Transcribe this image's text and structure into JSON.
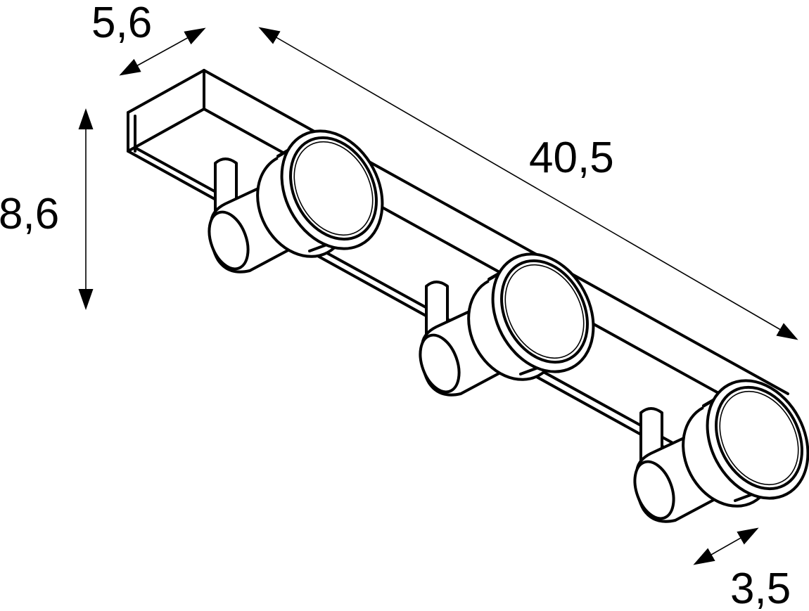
{
  "dimensions": {
    "depth": "5,6",
    "length": "40,5",
    "height": "8,6",
    "spot_width": "3,5"
  },
  "colors": {
    "line": "#000000",
    "background": "#ffffff"
  }
}
